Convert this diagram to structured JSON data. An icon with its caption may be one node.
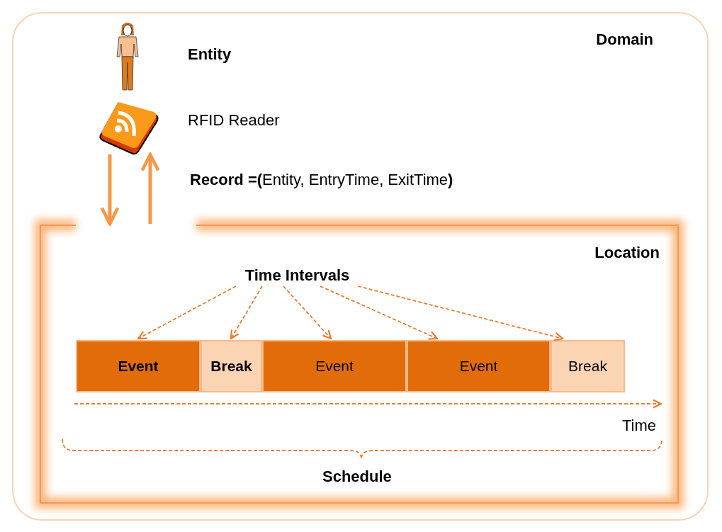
{
  "diagram": {
    "nodes": [
      {
        "text": [
          "Domain"
        ]
      },
      {
        "text": [],
        "shape": "person",
        "in": 0,
        "beside": [
          "Entity"
        ]
      },
      {
        "text": [],
        "shape": "picture",
        "in": 0,
        "beside": [
          "RFID Reader"
        ]
      },
      {
        "text": [
          "Location"
        ],
        "in": 0
      },
      {
        "text": [
          "Time Intervals"
        ],
        "in": 3
      },
      {
        "text": [
          "Event"
        ],
        "in": 3
      },
      {
        "text": [
          "Break"
        ],
        "in": 3
      },
      {
        "text": [
          "Event"
        ],
        "in": 3
      },
      {
        "text": [
          "Event"
        ],
        "in": 3
      },
      {
        "text": [
          "Break"
        ],
        "in": 3
      }
    ],
    "edges": [
      {
        "from": 2,
        "to": 3,
        "arrow": "to",
        "style": "thick"
      },
      {
        "from": 3,
        "to": 2,
        "arrow": "to",
        "style": "thick"
      },
      {
        "from": 4,
        "to": 5,
        "arrow": "to",
        "style": "dashed"
      },
      {
        "from": 4,
        "to": 6,
        "arrow": "to",
        "style": "dashed"
      },
      {
        "from": 4,
        "to": 7,
        "arrow": "to",
        "style": "dashed"
      },
      {
        "from": 4,
        "to": 8,
        "arrow": "to",
        "style": "dashed"
      },
      {
        "from": 4,
        "to": 9,
        "arrow": "to",
        "style": "dashed"
      }
    ],
    "labels": [
      "**Record =(**Entity, EntryTime, ExitTime**)**",
      "Time",
      "Schedule"
    ]
  }
}
